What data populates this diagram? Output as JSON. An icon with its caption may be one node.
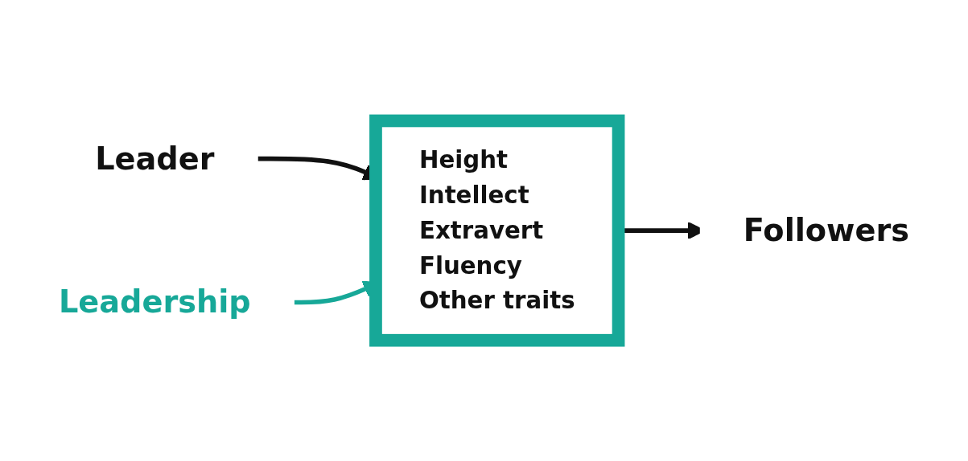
{
  "diagram": {
    "nodes": [
      {
        "text": [
          "Leader"
        ]
      },
      {
        "text": [
          "Height",
          "Intellect",
          "Extravert",
          "Fluency",
          "Other traits"
        ]
      },
      {
        "text": [
          "Followers"
        ]
      },
      {
        "text": [
          "Leadership"
        ]
      }
    ],
    "edges": [
      {
        "from": 0,
        "to": 1,
        "arrow": "to"
      },
      {
        "from": 1,
        "to": 2,
        "arrow": "to"
      },
      {
        "from": 3,
        "to": 1,
        "arrow": "to",
        "color": "#17a898"
      }
    ]
  }
}
